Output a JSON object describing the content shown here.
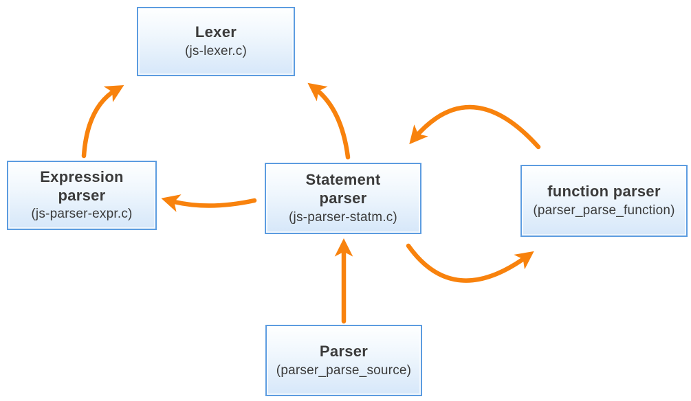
{
  "diagram": {
    "nodes": [
      {
        "id": "lexer",
        "title": "Lexer",
        "subtitle": "(js-lexer.c)"
      },
      {
        "id": "expression-parser",
        "title": "Expression parser",
        "subtitle": "(js-parser-expr.c)"
      },
      {
        "id": "statement-parser",
        "title": "Statement parser",
        "subtitle": "(js-parser-statm.c)"
      },
      {
        "id": "function-parser",
        "title": "function parser",
        "subtitle": "(parser_parse_function)"
      },
      {
        "id": "parser",
        "title": "Parser",
        "subtitle": "(parser_parse_source)"
      }
    ],
    "edges": [
      {
        "from": "expression-parser",
        "to": "lexer"
      },
      {
        "from": "statement-parser",
        "to": "lexer"
      },
      {
        "from": "statement-parser",
        "to": "expression-parser"
      },
      {
        "from": "function-parser",
        "to": "statement-parser"
      },
      {
        "from": "statement-parser",
        "to": "function-parser"
      },
      {
        "from": "parser",
        "to": "statement-parser"
      }
    ],
    "colors": {
      "arrow": "#F8820D",
      "node_border": "#5C9CE0",
      "node_fill_top": "#FEFFFF",
      "node_fill_bottom": "#D6E7F9",
      "text": "#3B3B3B"
    }
  }
}
